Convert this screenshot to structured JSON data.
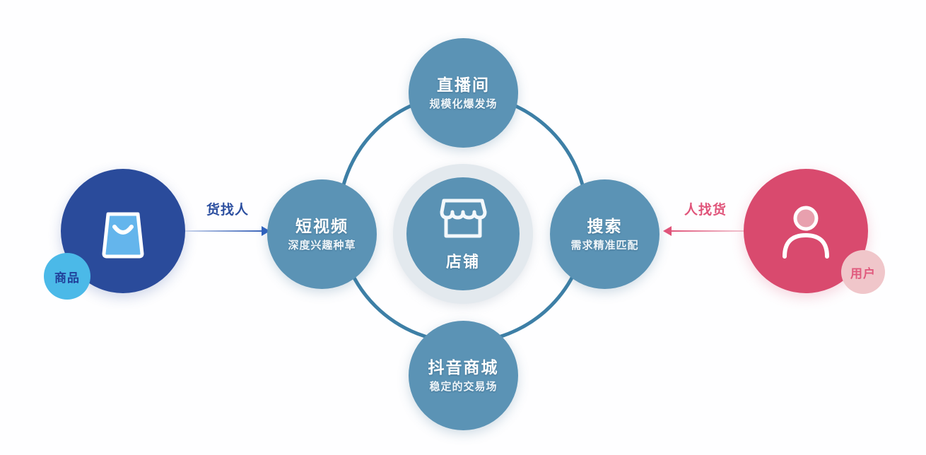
{
  "diagram": {
    "center": {
      "label": "店铺",
      "icon": "store-icon"
    },
    "nodes": [
      {
        "id": "live",
        "title": "直播间",
        "subtitle": "规模化爆发场"
      },
      {
        "id": "short-video",
        "title": "短视频",
        "subtitle": "深度兴趣种草"
      },
      {
        "id": "search",
        "title": "搜索",
        "subtitle": "需求精准匹配"
      },
      {
        "id": "mall",
        "title": "抖音商城",
        "subtitle": "稳定的交易场"
      }
    ],
    "endpoints": {
      "goods": {
        "badge": "商品",
        "icon": "shopping-bag-icon",
        "color": "#2a4b9b"
      },
      "user": {
        "badge": "用户",
        "icon": "user-icon",
        "color": "#d94a6e"
      }
    },
    "arrows": {
      "left": {
        "label": "货找人",
        "direction": "right",
        "color": "#2c4fa0"
      },
      "right": {
        "label": "人找货",
        "direction": "left",
        "color": "#e0547a"
      }
    },
    "colors": {
      "ring": "#3d7fa6",
      "node": "#5b93b5",
      "center": "#5a92b4",
      "center_ring": "#e3e9ee",
      "goods_badge": "#4bb9e8",
      "user_badge": "#f0c6ca"
    }
  }
}
